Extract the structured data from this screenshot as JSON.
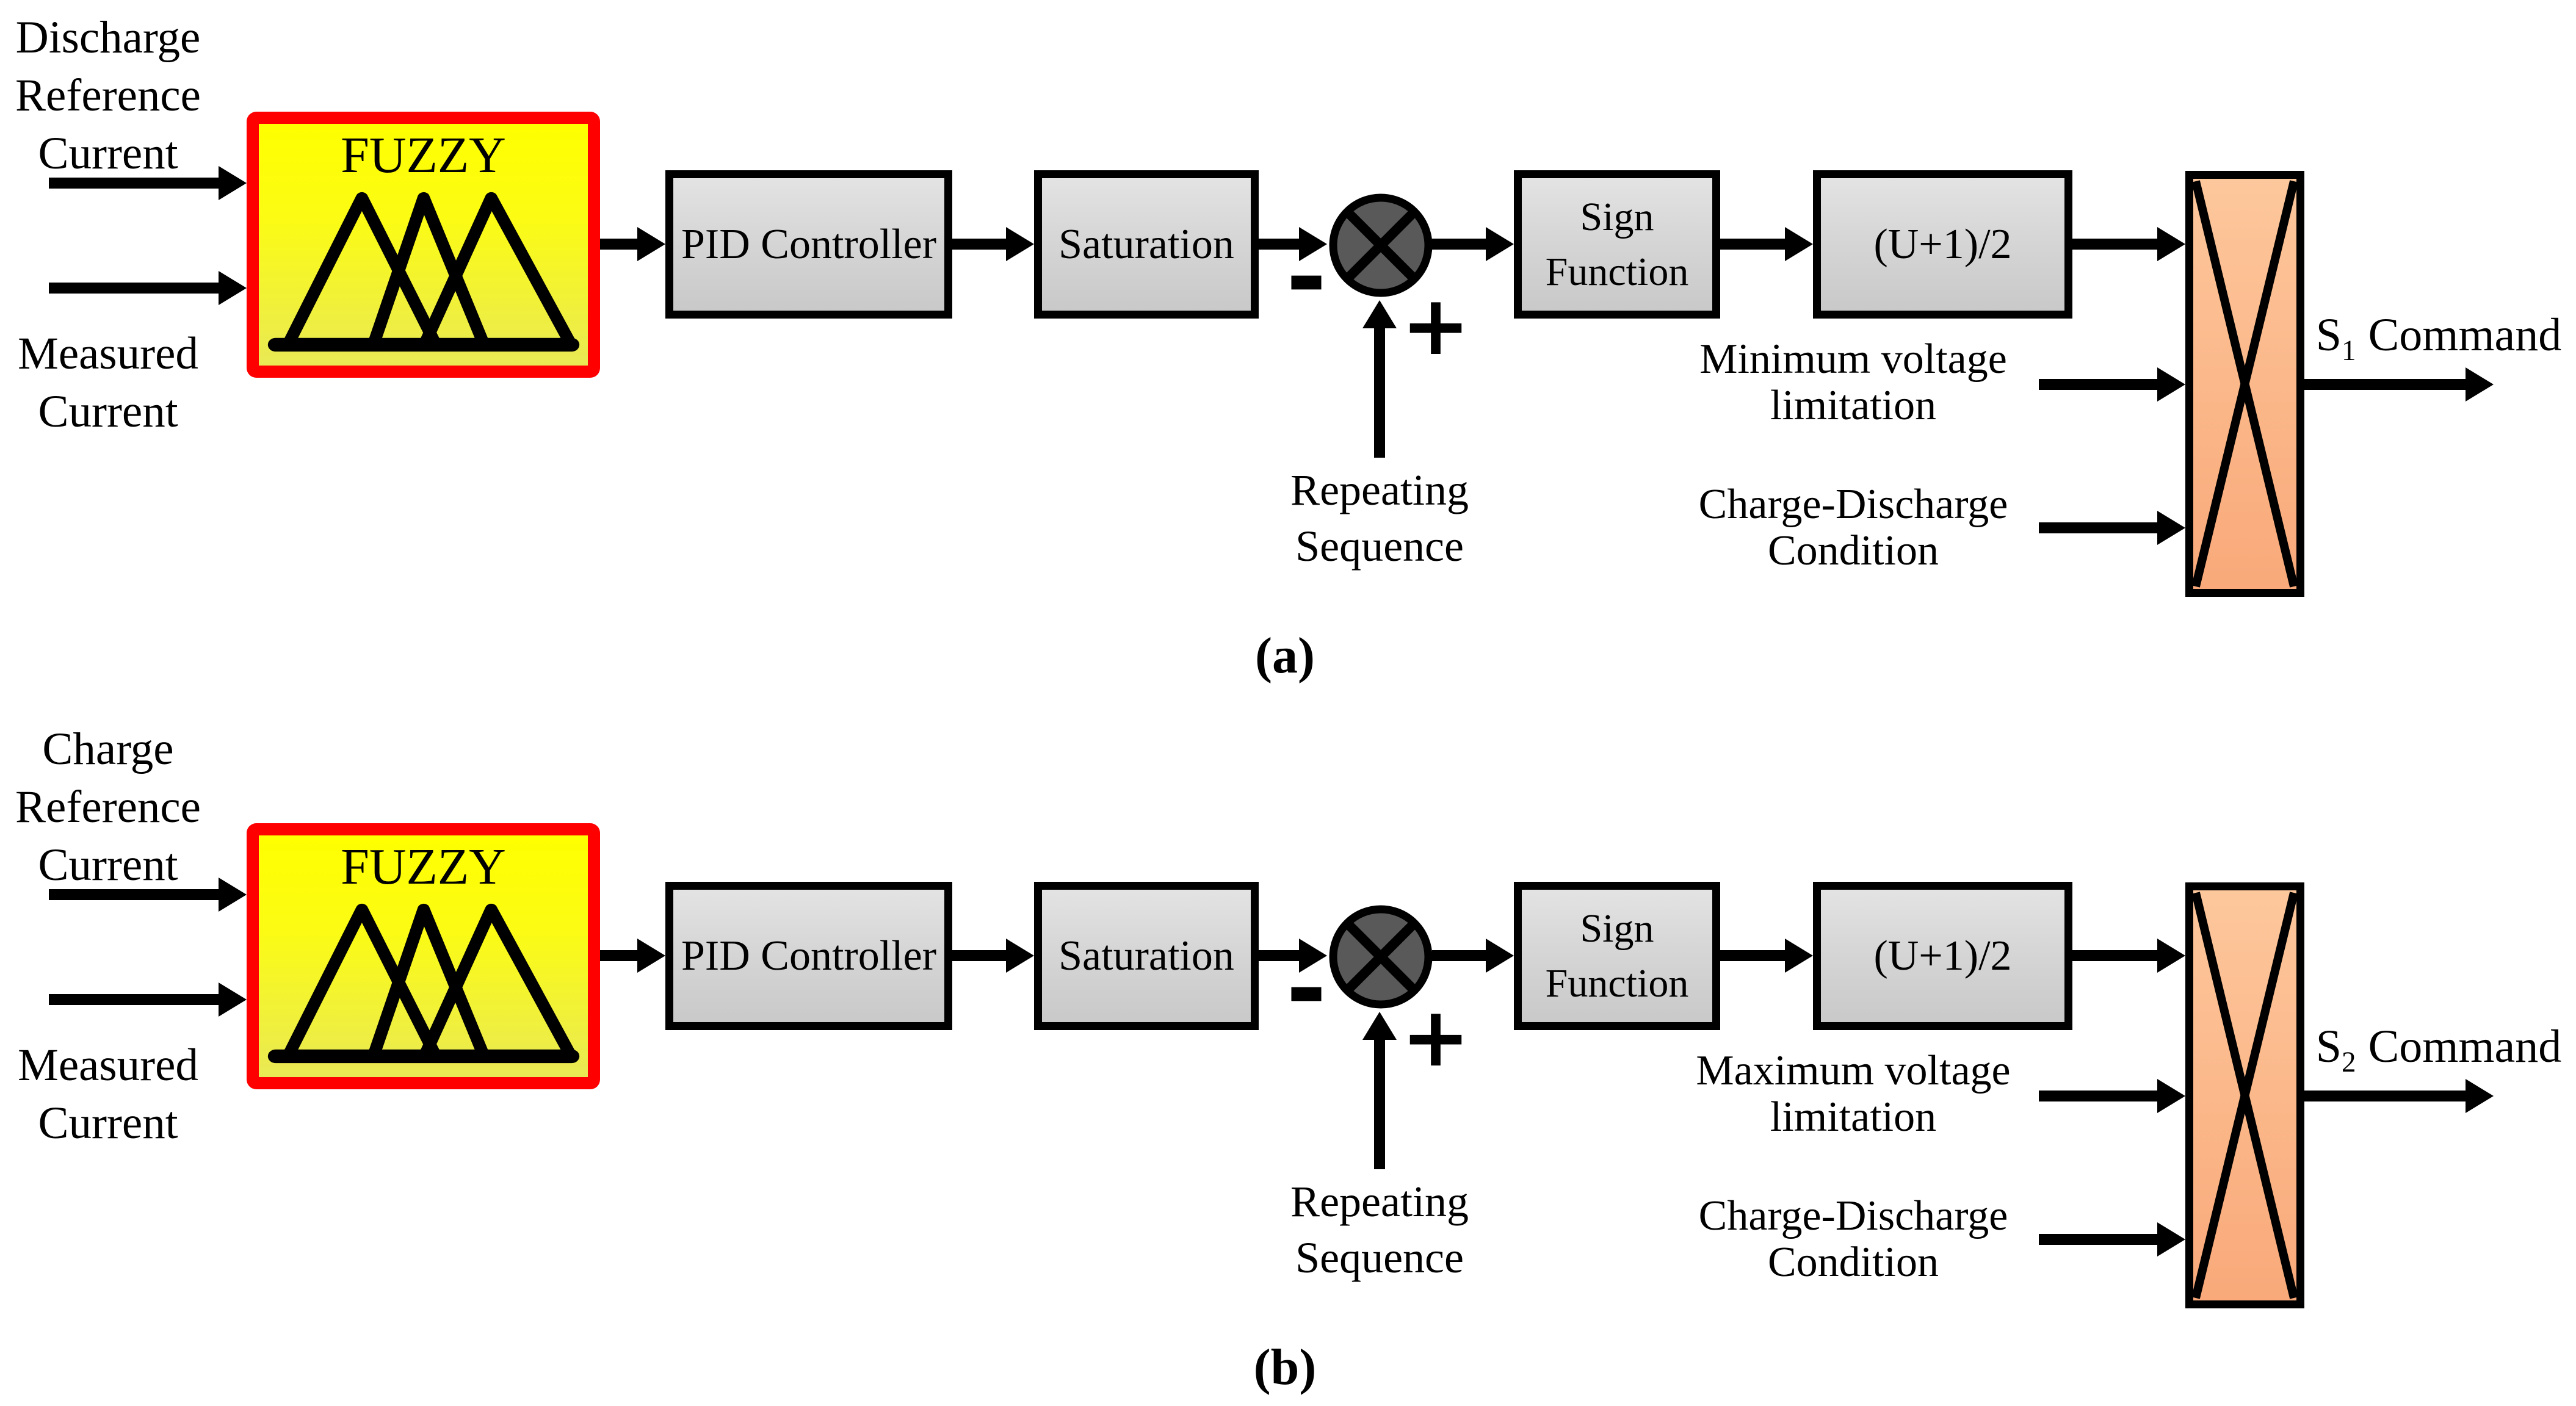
{
  "colors": {
    "fuzzy_border": "#ff0000",
    "fuzzy_fill_top": "#ffff00",
    "fuzzy_fill_bottom": "#e9e955",
    "block_fill_top": "#e3e3e3",
    "block_fill_bottom": "#c9c9c9",
    "block_border": "#000000",
    "sum_fill": "#595959",
    "mux_fill_top": "#fdc79c",
    "mux_fill_bottom": "#f9a97a",
    "line_color": "#000000"
  },
  "figures": [
    {
      "caption": "(a)",
      "reference_label": {
        "line1": "Discharge",
        "line2": "Reference",
        "line3": "Current"
      },
      "measured_label": {
        "line1": "Measured",
        "line2": "Current"
      },
      "fuzzy": "FUZZY",
      "pid": "PID Controller",
      "saturation": "Saturation",
      "minus": "-",
      "plus": "+",
      "repeating": {
        "line1": "Repeating",
        "line2": "Sequence"
      },
      "sign_function": {
        "line1": "Sign",
        "line2": "Function"
      },
      "formula": "(U+1)/2",
      "voltage_limit": {
        "line1": "Minimum voltage",
        "line2": "limitation"
      },
      "charge_discharge": {
        "line1": "Charge-Discharge",
        "line2": "Condition"
      },
      "command": {
        "s": "S",
        "sub": "1",
        "word": "Command"
      }
    },
    {
      "caption": "(b)",
      "reference_label": {
        "line1": "Charge",
        "line2": "Reference",
        "line3": "Current"
      },
      "measured_label": {
        "line1": "Measured",
        "line2": "Current"
      },
      "fuzzy": "FUZZY",
      "pid": "PID Controller",
      "saturation": "Saturation",
      "minus": "-",
      "plus": "+",
      "repeating": {
        "line1": "Repeating",
        "line2": "Sequence"
      },
      "sign_function": {
        "line1": "Sign",
        "line2": "Function"
      },
      "formula": "(U+1)/2",
      "voltage_limit": {
        "line1": "Maximum voltage",
        "line2": "limitation"
      },
      "charge_discharge": {
        "line1": "Charge-Discharge",
        "line2": "Condition"
      },
      "command": {
        "s": "S",
        "sub": "2",
        "word": "Command"
      }
    }
  ]
}
